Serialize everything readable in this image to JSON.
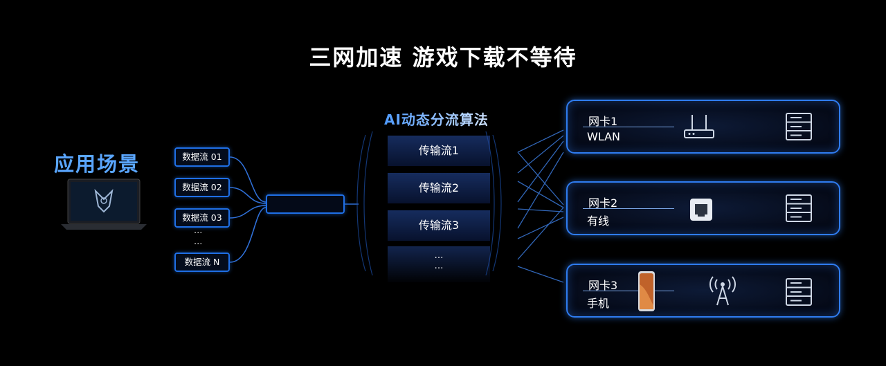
{
  "title": "三网加速 游戏下载不等待",
  "scene_label": "应用场景",
  "streams": [
    "数据流 01",
    "数据流 02",
    "数据流 03",
    "数据流 N"
  ],
  "stream_dots": "···",
  "algorithm_title": "AI动态分流算法",
  "transfer_streams": [
    "传输流1",
    "传输流2",
    "传输流3"
  ],
  "transfer_ellipsis": [
    "…",
    "…"
  ],
  "cards": [
    {
      "line1": "网卡1",
      "line2": "WLAN",
      "device": "router-icon"
    },
    {
      "line1": "网卡2",
      "line2": "有线",
      "device": "ethernet-port-icon"
    },
    {
      "line1": "网卡3",
      "line2": "手机",
      "device": "phone-icon",
      "device2": "cell-tower-icon"
    }
  ],
  "colors": {
    "accent": "#2f7cf0",
    "label_blue": "#5aa6ff",
    "background": "#000000"
  }
}
